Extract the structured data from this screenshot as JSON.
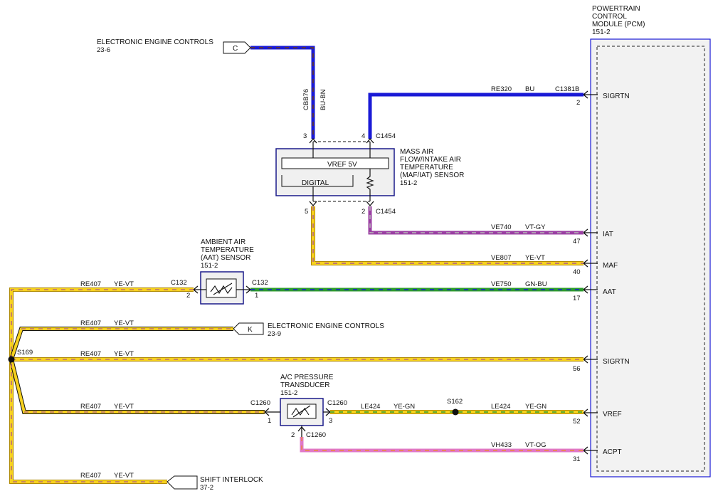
{
  "colors": {
    "BU": "#1a1ad6",
    "YE": "#f7d21e",
    "VT": "#9b3fa3",
    "GY": "#9a9a9a",
    "GN": "#2d9b2d",
    "OG": "#ee8a1a",
    "BN": "#6b3a16",
    "YE_BORDER": "#b08a00"
  },
  "pcm": {
    "title_lines": [
      "POWERTRAIN",
      "CONTROL",
      "MODULE (PCM)",
      "151-2"
    ],
    "pins": [
      {
        "name": "SIGRTN",
        "pin": "2"
      },
      {
        "name": "IAT",
        "pin": "47"
      },
      {
        "name": "MAF",
        "pin": "40"
      },
      {
        "name": "AAT",
        "pin": "17"
      },
      {
        "name": "SIGRTN",
        "pin": "56"
      },
      {
        "name": "VREF",
        "pin": "52"
      },
      {
        "name": "ACPT",
        "pin": "31"
      }
    ],
    "connector": "C1381B"
  },
  "maf": {
    "title_lines": [
      "MASS AIR",
      "FLOW/INTAKE AIR",
      "TEMPERATURE",
      "(MAF/IAT) SENSOR",
      "151-2"
    ],
    "vref_label": "VREF 5V",
    "digital_label": "DIGITAL",
    "top_pins": [
      "3",
      "4"
    ],
    "bottom_pins": [
      "5",
      "2"
    ],
    "connector": "C1454"
  },
  "eec_top": {
    "label": "ELECTRONIC ENGINE CONTROLS",
    "ref": "23-6",
    "letter": "C"
  },
  "eec_mid": {
    "label": "ELECTRONIC ENGINE CONTROLS",
    "ref": "23-9",
    "letter": "K"
  },
  "shift_interlock": {
    "label": "SHIFT INTERLOCK",
    "ref": "37-2"
  },
  "aat": {
    "title_lines": [
      "AMBIENT AIR",
      "TEMPERATURE",
      "(AAT) SENSOR",
      "151-2"
    ],
    "connector": "C132",
    "pin_left": "2",
    "pin_right": "1"
  },
  "acp": {
    "title_lines": [
      "A/C PRESSURE",
      "TRANSDUCER",
      "151-2"
    ],
    "connector": "C1260",
    "pin_left": "1",
    "pin_right": "3",
    "pin_bottom": "2"
  },
  "splices": {
    "s169": "S169",
    "s162": "S162"
  },
  "wires": {
    "cbb76": {
      "circuit": "CBB76",
      "color": "BU-BN"
    },
    "re320": {
      "circuit": "RE320",
      "color": "BU"
    },
    "ve740": {
      "circuit": "VE740",
      "color": "VT-GY"
    },
    "ve807": {
      "circuit": "VE807",
      "color": "YE-VT"
    },
    "ve750": {
      "circuit": "VE750",
      "color": "GN-BU"
    },
    "re407": {
      "circuit": "RE407",
      "color": "YE-VT"
    },
    "le424": {
      "circuit": "LE424",
      "color": "YE-GN"
    },
    "vh433": {
      "circuit": "VH433",
      "color": "VT-OG"
    }
  }
}
